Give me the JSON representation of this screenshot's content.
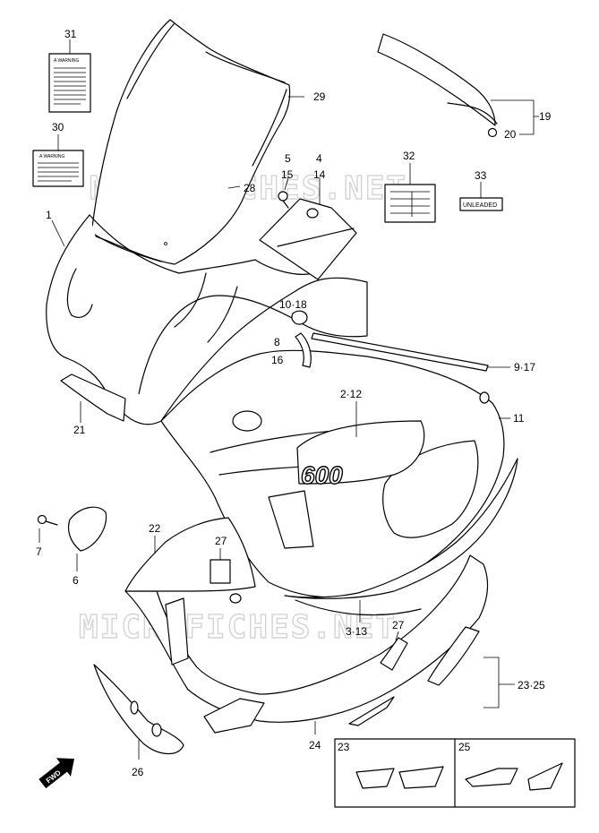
{
  "watermark": "MICROFICHES.NET",
  "callouts": {
    "c1": "1",
    "c2_12": "2·12",
    "c3_13": "3·13",
    "c4": "4",
    "c5": "5",
    "c6": "6",
    "c7": "7",
    "c8": "8",
    "c9_17": "9·17",
    "c10_18": "10·18",
    "c11": "11",
    "c14": "14",
    "c15": "15",
    "c16": "16",
    "c19": "19",
    "c20": "20",
    "c21": "21",
    "c22": "22",
    "c23_25": "23·25",
    "c24": "24",
    "c26": "26",
    "c27a": "27",
    "c27b": "27",
    "c28": "28",
    "c29": "29",
    "c30": "30",
    "c31": "31",
    "c32": "32",
    "c33": "33"
  },
  "inset": {
    "left_number": "23",
    "right_number": "25"
  },
  "label_33_text": "UNLEADED",
  "warning_text": "A WARNING",
  "decal_text": "600",
  "fwd_text": "FWD"
}
